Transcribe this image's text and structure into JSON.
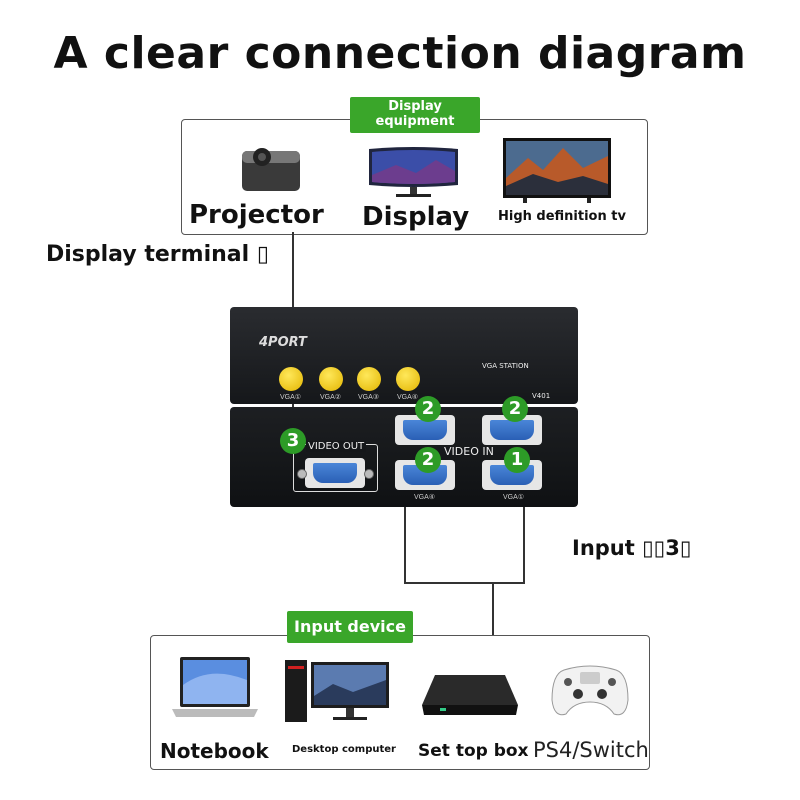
{
  "title": "A clear connection diagram",
  "display_section": {
    "tag": "Display equipment",
    "items": [
      "Projector",
      "Display",
      "High definition tv"
    ]
  },
  "display_terminal_label": "Display terminal ▯",
  "input_label": "Input ▯▯3▯",
  "device": {
    "brand": "4PORT",
    "station": "VGA STATION",
    "model": "V401",
    "button_labels": [
      "VGA①",
      "VGA②",
      "VGA③",
      "VGA④"
    ],
    "video_out": "VIDEO OUT",
    "video_in": "VIDEO IN",
    "port_labels": [
      "VGA④",
      "VGA①"
    ],
    "badges": [
      "3",
      "2",
      "2",
      "2",
      "1"
    ]
  },
  "input_section": {
    "tag": "Input device",
    "items": [
      "Notebook",
      "Desktop computer",
      "Set top box",
      "PS4/Switch"
    ]
  }
}
